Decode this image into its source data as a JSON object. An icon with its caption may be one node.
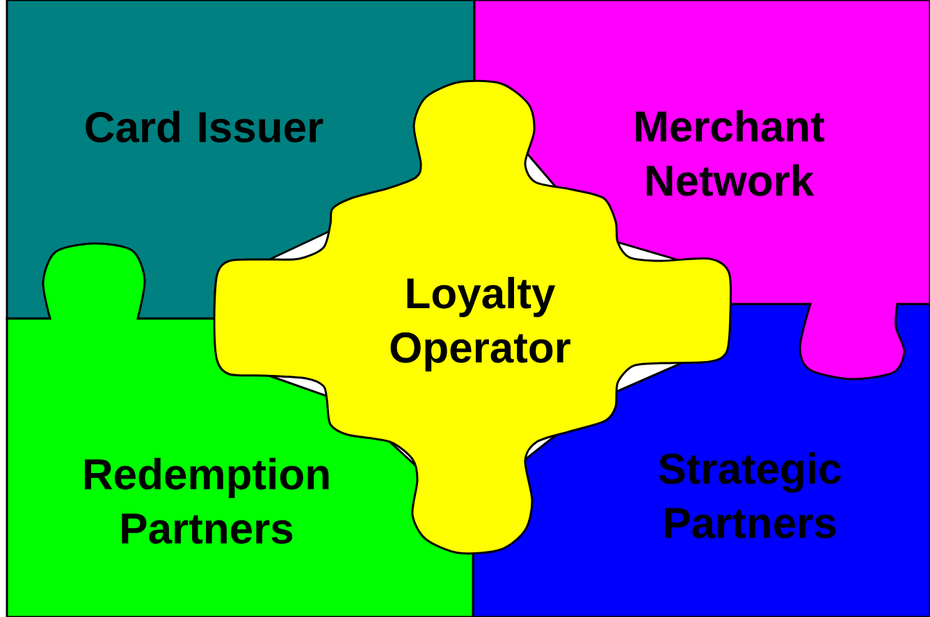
{
  "diagram": {
    "nodes": [
      {
        "text": [
          "Card Issuer"
        ]
      },
      {
        "text": [
          "Merchant Network"
        ]
      },
      {
        "text": [
          "Loyalty Operator"
        ]
      },
      {
        "text": [
          "Redemption Partners"
        ]
      },
      {
        "text": [
          "Strategic Partners"
        ]
      }
    ]
  }
}
